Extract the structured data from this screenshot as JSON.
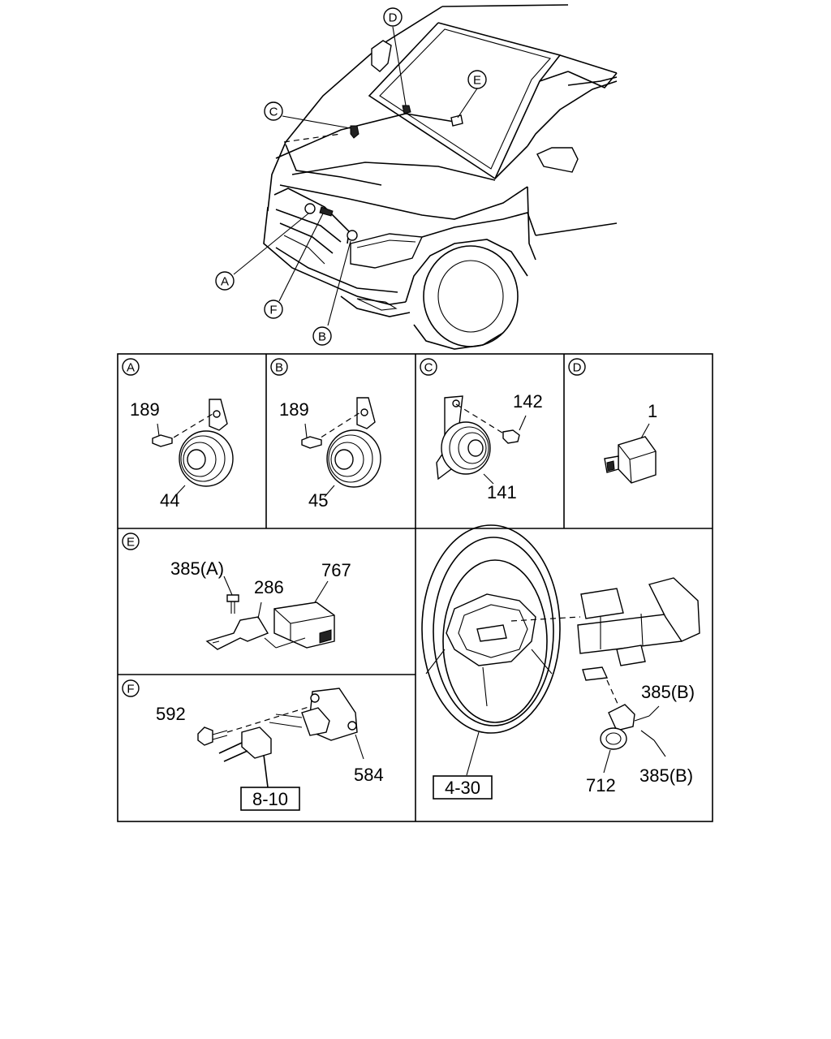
{
  "overview": {
    "callouts": [
      {
        "letter": "D"
      },
      {
        "letter": "E"
      },
      {
        "letter": "C"
      },
      {
        "letter": "A"
      },
      {
        "letter": "F"
      },
      {
        "letter": "B"
      }
    ]
  },
  "panels": {
    "A": {
      "letter": "A",
      "parts": [
        "189",
        "44"
      ]
    },
    "B": {
      "letter": "B",
      "parts": [
        "189",
        "45"
      ]
    },
    "C": {
      "letter": "C",
      "parts": [
        "142",
        "141"
      ]
    },
    "D": {
      "letter": "D",
      "parts": [
        "1"
      ]
    },
    "E": {
      "letter": "E",
      "parts": [
        "385(A)",
        "286",
        "767"
      ]
    },
    "F": {
      "letter": "F",
      "parts": [
        "592",
        "584"
      ],
      "ref": "8-10"
    },
    "G": {
      "parts": [
        "385(B)",
        "712",
        "385(B)"
      ],
      "ref": "4-30"
    }
  }
}
